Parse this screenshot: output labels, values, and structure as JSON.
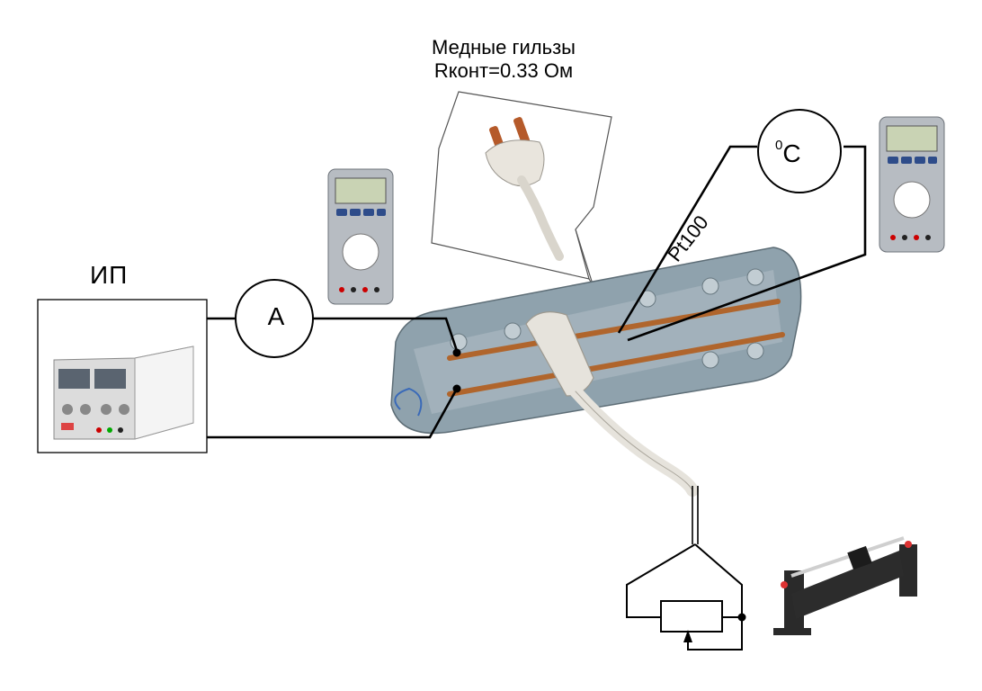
{
  "callout": {
    "line1": "Медные гильзы",
    "line2": "Rконт=0.33 Ом"
  },
  "power_supply": {
    "label": "ИП"
  },
  "ammeter": {
    "label": "A"
  },
  "thermometer": {
    "superscript": "0",
    "unit": "C"
  },
  "sensor": {
    "label": "Pt100"
  },
  "colors": {
    "wire": "#000000",
    "strip_body": "#8fa2ad",
    "copper": "#b0652c",
    "cable": "#e6e3dc",
    "plug_pin": "#b55a2a",
    "meter_body": "#b7bcc2",
    "meter_screen": "#c9d3b4",
    "rheostat_body": "#2c2c2c"
  }
}
